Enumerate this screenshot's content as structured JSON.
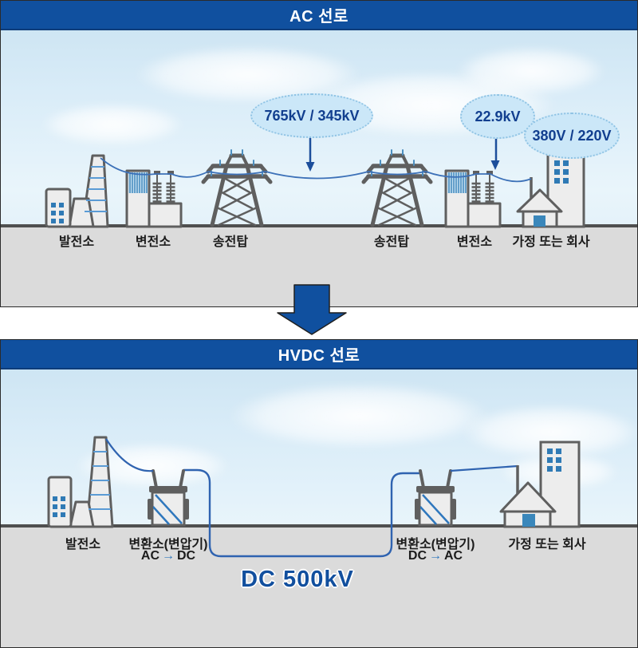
{
  "top_panel": {
    "title": "AC 선로",
    "site_labels": [
      "발전소",
      "변전소",
      "송전탑",
      "송전탑",
      "변전소",
      "가정 또는 회사"
    ],
    "voltage_badges": [
      "765kV / 345kV",
      "22.9kV",
      "380V / 220V"
    ]
  },
  "bottom_panel": {
    "title": "HVDC 선로",
    "site_labels": [
      "발전소",
      "변환소(변압기)",
      "변환소(변압기)",
      "가정 또는 회사"
    ],
    "conversions": [
      {
        "from": "AC",
        "to": "DC"
      },
      {
        "from": "DC",
        "to": "AC"
      }
    ],
    "dc_label": "DC 500kV"
  },
  "icons": {
    "right_arrow": "→"
  },
  "colors": {
    "header_blue": "#10509f",
    "badge_fill": "#cbe7f8",
    "badge_border": "#8fc3e4",
    "badge_text": "#123f8f",
    "wire_blue": "#3c71b8",
    "cable_blue": "#2f63b0",
    "structure_gray": "#5f5f5f",
    "structure_fill": "#ededed",
    "stripe_blue": "#4d8fc0",
    "window_blue": "#2f7ab5",
    "ground_gray": "#dbdbdb",
    "dc_text": "#114f9e"
  }
}
